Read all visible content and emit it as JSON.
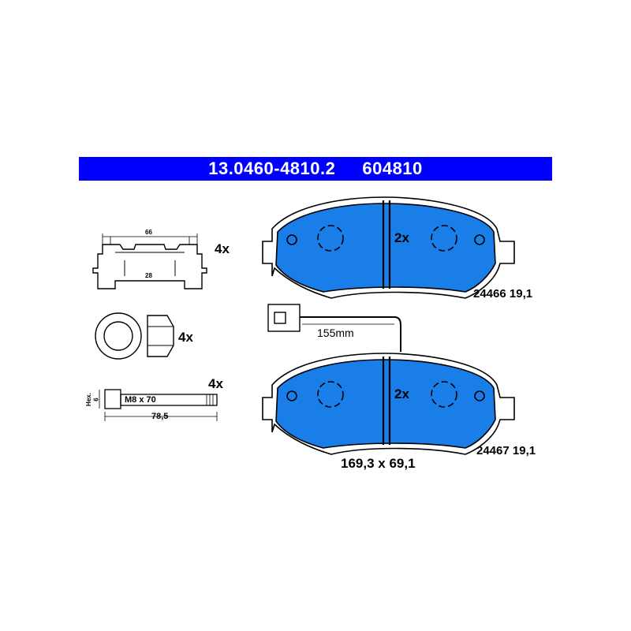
{
  "header": {
    "part_number": "13.0460-4810.2",
    "ref_number": "604810"
  },
  "clip": {
    "width_label": "66",
    "inner_label": "28",
    "quantity": "4x"
  },
  "bushing": {
    "quantity": "4x"
  },
  "bolt": {
    "quantity": "4x",
    "thread_label": "M8 x 70",
    "length_label": "78,5",
    "hex_label": "Hex.",
    "hex_size": "6"
  },
  "pad_top": {
    "quantity": "2x",
    "code": "24466 19,1"
  },
  "sensor": {
    "length_label": "155mm"
  },
  "pad_bottom": {
    "quantity": "2x",
    "code": "24467 19,1"
  },
  "dimensions": {
    "label": "169,3 x 69,1"
  },
  "colors": {
    "banner": "#0000ff",
    "pad_fill": "#1a7ee8",
    "line": "#000000"
  }
}
